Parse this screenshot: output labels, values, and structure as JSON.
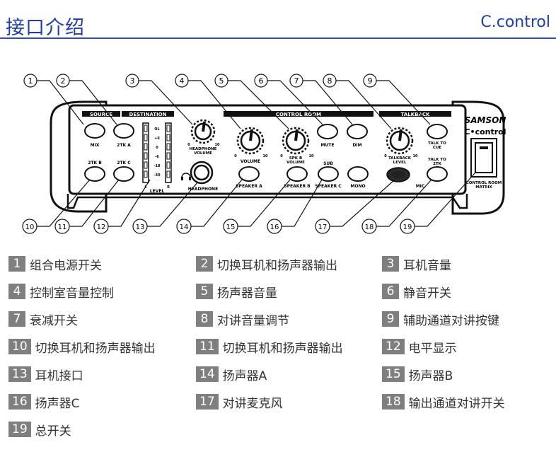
{
  "header": {
    "title": "接口介绍",
    "brand": "C.control"
  },
  "device": {
    "brand_logo": "SAMSON",
    "model_logo": "C•control",
    "sections": {
      "source": "SOURCE",
      "destination": "DESTINATION",
      "control_room": "CONTROL ROOM",
      "talkback": "TALKBACK"
    },
    "buttons": {
      "mix": "MIX",
      "two_tk_a": "2TK A",
      "two_tk_b": "2TK B",
      "two_tk_c": "2TK C",
      "mute": "MUTE",
      "dim": "DIM",
      "speaker_a": "SPEAKER A",
      "speaker_b": "SPEAKER B",
      "speaker_c": "SPEAKER C",
      "mono": "MONO",
      "sub": "SUB",
      "talk_to_cue": [
        "TALK TO",
        "CUE"
      ],
      "talk_to_2tk": [
        "TALK TO",
        "2TK"
      ],
      "mic": "MIC"
    },
    "meter_ticks": [
      "OL",
      "+6",
      "0",
      "-6",
      "-18",
      "-30"
    ],
    "meter_labels": {
      "level": "LEVEL",
      "left": "L",
      "right": "R"
    },
    "knobs": {
      "headphone_volume": [
        "HEADPHONE",
        "VOLUME"
      ],
      "volume": "VOLUME",
      "spk_b_volume": [
        "SPK B",
        "VOLUME"
      ],
      "talkback_level": [
        "TALKBACK",
        "LEVEL"
      ],
      "min_label": "0",
      "max_label": "10"
    },
    "headphone_label": "HEADPHONE",
    "matrix_label": [
      "CONTROL ROOM",
      "MATRIX"
    ]
  },
  "callouts": [
    "1",
    "2",
    "3",
    "4",
    "5",
    "6",
    "7",
    "8",
    "9",
    "10",
    "11",
    "12",
    "13",
    "14",
    "15",
    "16",
    "17",
    "18",
    "19"
  ],
  "legend": [
    {
      "num": "1",
      "label": "组合电源开关"
    },
    {
      "num": "2",
      "label": "切换耳机和扬声器输出"
    },
    {
      "num": "3",
      "label": "耳机音量"
    },
    {
      "num": "4",
      "label": "控制室音量控制"
    },
    {
      "num": "5",
      "label": "扬声器音量"
    },
    {
      "num": "6",
      "label": "静音开关"
    },
    {
      "num": "7",
      "label": "衰减开关"
    },
    {
      "num": "8",
      "label": "对讲音量调节"
    },
    {
      "num": "9",
      "label": "辅助通道对讲按键"
    },
    {
      "num": "10",
      "label": "切换耳机和扬声器输出"
    },
    {
      "num": "11",
      "label": "切换耳机和扬声器输出"
    },
    {
      "num": "12",
      "label": "电平显示"
    },
    {
      "num": "13",
      "label": "耳机接口"
    },
    {
      "num": "14",
      "label": "扬声器A"
    },
    {
      "num": "15",
      "label": "扬声器B"
    },
    {
      "num": "16",
      "label": "扬声器C"
    },
    {
      "num": "17",
      "label": "对讲麦克风"
    },
    {
      "num": "18",
      "label": "输出通道对讲开关"
    },
    {
      "num": "19",
      "label": "总开关"
    }
  ]
}
